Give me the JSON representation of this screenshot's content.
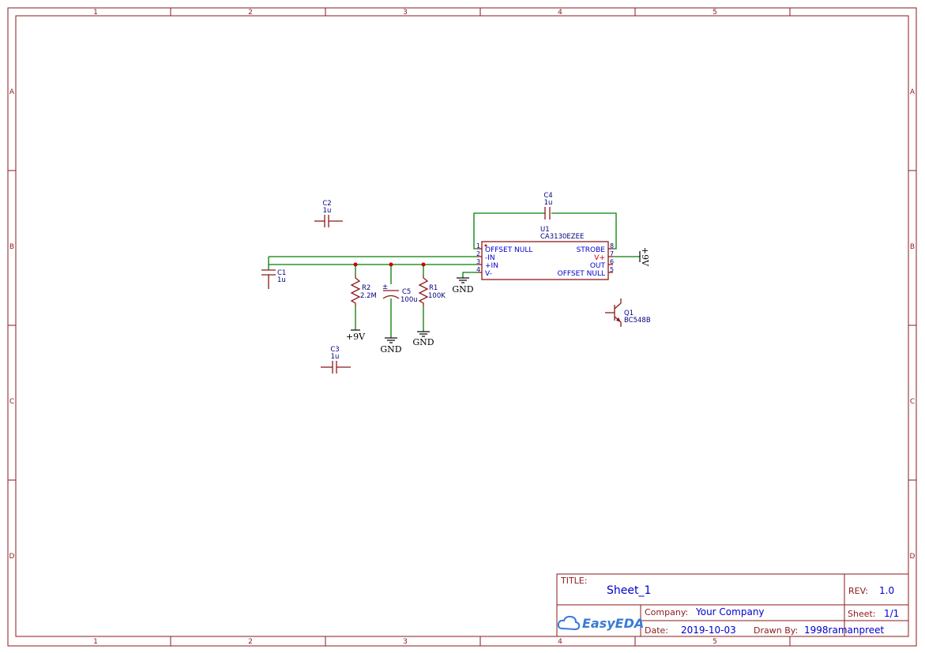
{
  "frame": {
    "columns": [
      "1",
      "2",
      "3",
      "4",
      "5"
    ],
    "rows": [
      "A",
      "B",
      "C",
      "D"
    ]
  },
  "components": {
    "c1": {
      "ref": "C1",
      "value": "1u"
    },
    "c2": {
      "ref": "C2",
      "value": "1u"
    },
    "c3": {
      "ref": "C3",
      "value": "1u"
    },
    "c4": {
      "ref": "C4",
      "value": "1u"
    },
    "c5": {
      "ref": "C5",
      "value": "100u",
      "polarity": "±"
    },
    "r1": {
      "ref": "R1",
      "value": "100K"
    },
    "r2": {
      "ref": "R2",
      "value": "2.2M"
    },
    "q1": {
      "ref": "Q1",
      "value": "BC548B"
    },
    "u1": {
      "ref": "U1",
      "value": "CA3130EZEE",
      "left_pins": [
        {
          "num": "1",
          "name": "OFFSET NULL"
        },
        {
          "num": "2",
          "name": "-IN"
        },
        {
          "num": "3",
          "name": "+IN"
        },
        {
          "num": "4",
          "name": "V-"
        }
      ],
      "right_pins": [
        {
          "num": "8",
          "name": "STROBE"
        },
        {
          "num": "7",
          "name": "V+"
        },
        {
          "num": "6",
          "name": "OUT"
        },
        {
          "num": "5",
          "name": "OFFSET NULL"
        }
      ]
    }
  },
  "nets": {
    "gnd": "GND",
    "vcc": "+9V"
  },
  "title_block": {
    "title_label": "TITLE:",
    "title": "Sheet_1",
    "rev_label": "REV:",
    "rev": "1.0",
    "company_label": "Company:",
    "company": "Your Company",
    "sheet_label": "Sheet:",
    "sheet": "1/1",
    "date_label": "Date:",
    "date": "2019-10-03",
    "drawn_by_label": "Drawn By:",
    "drawn_by": "1998ramanpreet",
    "logo": "EasyEDA"
  },
  "colors": {
    "frame": "#8b1a1a",
    "wire": "#008000",
    "part": "#8b1a1a",
    "label": "#000080",
    "pin_name": "#0000cc",
    "junction": "#cc0000",
    "logo": "#3a7bd5"
  }
}
